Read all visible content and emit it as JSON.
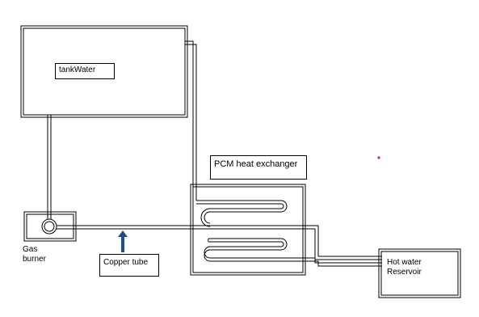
{
  "diagram": {
    "labels": {
      "tank": "tankWater",
      "pcm": "PCM heat exchanger",
      "copper_tube": "Copper tube",
      "gas_burner_line1": "Gas",
      "gas_burner_line2": "burner",
      "hot_water_line1": "Hot water",
      "hot_water_line2": "Reservoir"
    },
    "colors": {
      "line": "#000000",
      "arrow": "#1f4e8c",
      "dot": "#c0392b",
      "background": "#ffffff"
    }
  }
}
